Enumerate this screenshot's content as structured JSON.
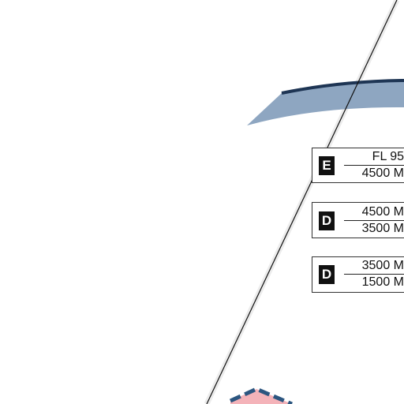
{
  "colors": {
    "background": "#ffffff",
    "tma_arc_fill": "#8ea6c1",
    "tma_arc_edge": "#1e3554",
    "restricted_fill": "#f4b3b9",
    "restricted_edge": "#2c5680",
    "boundary_line": "#111111",
    "label_badge": "#111111"
  },
  "airspace_labels": [
    {
      "class": "E",
      "upper": "FL 95",
      "lower": "4500 M"
    },
    {
      "class": "D",
      "upper": "4500 M",
      "lower": "3500 M"
    },
    {
      "class": "D",
      "upper": "3500 M",
      "lower": "1500 M"
    }
  ]
}
